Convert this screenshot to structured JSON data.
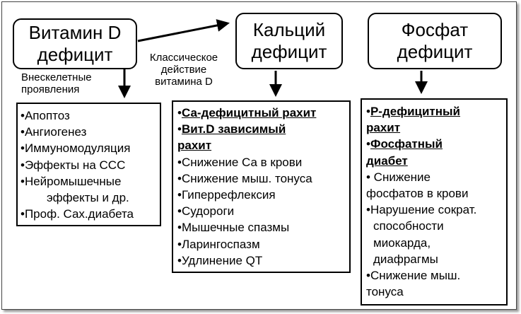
{
  "boxes": {
    "vitamin_d": {
      "line1": "Витамин D",
      "line2": "дефицит"
    },
    "calcium": {
      "line1": "Кальций",
      "line2": "дефицит"
    },
    "phosphate": {
      "line1": "Фосфат",
      "line2": "дефицит"
    }
  },
  "labels": {
    "extraskeletal_1": "Внескелетные",
    "extraskeletal_2": "проявления",
    "classic_1": "Классическое",
    "classic_2": "действие",
    "classic_3": "витамина D"
  },
  "lists": {
    "extraskeletal": [
      "•Апоптоз",
      "•Ангиогенез",
      "•Иммуномодуляция",
      "•Эффекты на ССС",
      "•Нейромышечные",
      "эффекты и др.",
      "•Проф. Сах.диабета"
    ],
    "calcium_heading_1": "Са-дефицитный рахит",
    "calcium_heading_2": "Вит.D зависимый",
    "calcium_heading_3": "рахит",
    "calcium_items": [
      "•Снижение Са в крови",
      "•Снижение мыш. тонуса",
      "•Гиперрефлексия",
      "•Судороги",
      "•Мышечные спазмы",
      "•Ларингоспазм",
      "•Удлинение QT"
    ],
    "phosphate_heading_1": "Р-дефицитный",
    "phosphate_heading_2": "рахит",
    "phosphate_heading_3": "Фосфатный",
    "phosphate_heading_4": "диабет",
    "phosphate_items": [
      "•  Снижение",
      "фосфатов в крови",
      "•Нарушение сократ.",
      "способности",
      "миокарда,",
      "диафрагмы",
      "•Снижение мыш.",
      "тонуса"
    ]
  }
}
